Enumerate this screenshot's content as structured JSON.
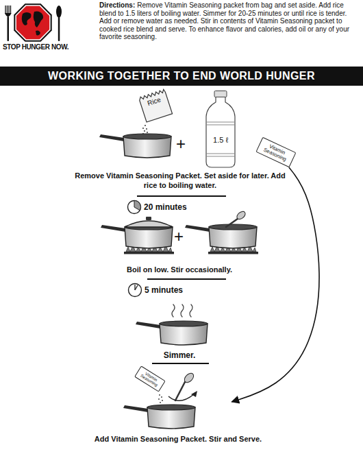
{
  "diagram": {
    "title": "WORKING TOGETHER TO END WORLD HUNGER",
    "nodes": [
      {
        "text": [
          "Rice"
        ]
      },
      {
        "text": [
          "1.5 ℓ"
        ]
      },
      {
        "text": [
          "Vitamin Seasoning"
        ]
      },
      {
        "text": [
          "Vitamin Seasoning"
        ]
      },
      {
        "text": [
          "Add Vitamin Seasoning Packet. Stir and Serve."
        ]
      }
    ],
    "edges": [
      {
        "from": 2,
        "to": 4,
        "arrow": "to"
      }
    ],
    "labels": [
      "Directions:",
      "Remove Vitamin Seasoning packet from bag and set aside. Add rice blend to 1.5 liters of boiling water. Simmer for 20-25 minutes or until rice is tender. Add or remove water as needed. Stir in contents of Vitamin Seasoning packet to cooked rice blend and serve. To enhance flavor and calories, add oil or any of your favorite seasoning.",
      "STOP HUNGER NOW.",
      "+",
      "Remove Vitamin Seasoning Packet. Set aside for later. Add rice to boiling water.",
      "20 minutes",
      "+",
      "Boil on low. Stir occasionally.",
      "5 minutes",
      "Simmer."
    ]
  }
}
